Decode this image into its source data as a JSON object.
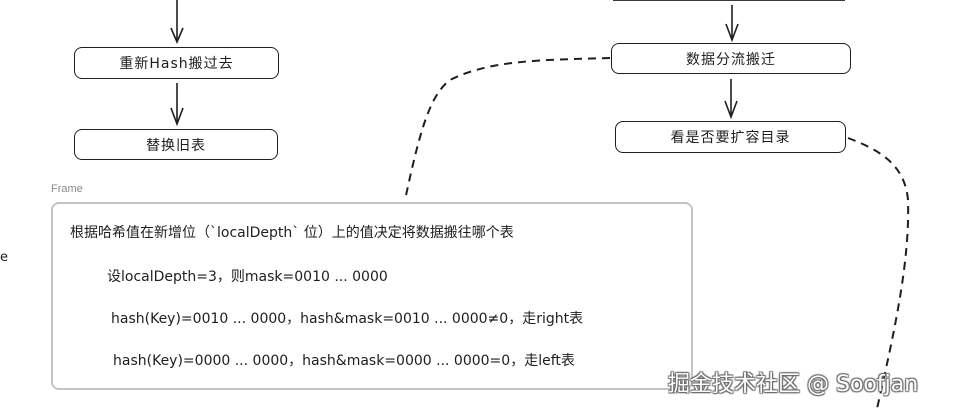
{
  "nodes": {
    "rehash": "重新Hash搬过去",
    "replace_old_table": "替换旧表",
    "data_split_migrate": "数据分流搬迁",
    "check_expand_directory": "看是否要扩容目录"
  },
  "frame": {
    "label": "Frame",
    "lines": [
      "根据哈希值在新增位（`localDepth` 位）上的值决定将数据搬往哪个表",
      "设localDepth=3，则mask=0010 ... 0000",
      "hash(Key)=0010 ... 0000，hash&mask=0010 ... 0000≠0，走right表",
      "hash(Key)=0000 ... 0000，hash&mask=0000 ... 0000=0，走left表"
    ]
  },
  "edge_fragment": "e",
  "watermark": "掘金技术社区 @ Soofjan"
}
